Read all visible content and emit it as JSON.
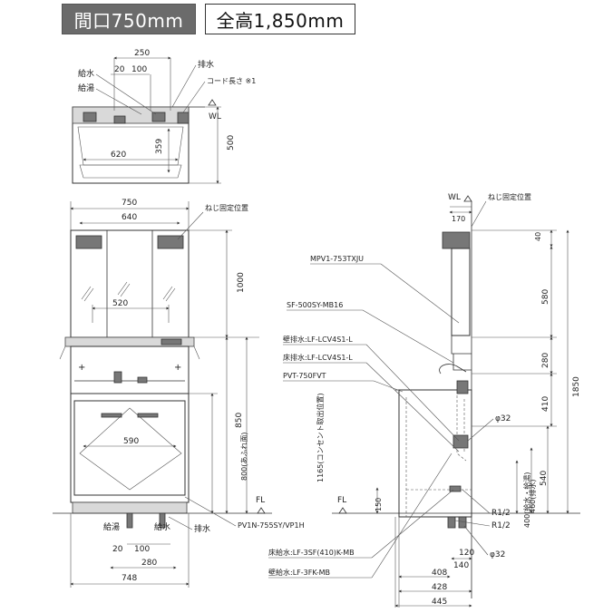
{
  "header": {
    "width_label": "間口750mm",
    "height_label": "全高1,850mm"
  },
  "top_view": {
    "water_supply": "給水",
    "hot_water": "給湯",
    "drain": "排水",
    "cord_length": "コード長さ ※1",
    "wl": "WL",
    "dim_250": "250",
    "dim_20": "20",
    "dim_100": "100",
    "dim_359": "359",
    "dim_620": "620",
    "dim_500": "500"
  },
  "front_view": {
    "dim_750": "750",
    "dim_640": "640",
    "dim_520": "520",
    "dim_590": "590",
    "dim_1000": "1000",
    "dim_850": "850",
    "overflow_height": "800(あふれ面)",
    "outlet_height": "1165(コンセント取出位置)",
    "screw_position": "ねじ固定位置",
    "fl": "FL",
    "bottom_hot": "給湯",
    "bottom_supply": "給水",
    "bottom_drain": "排水",
    "dim_20b": "20",
    "dim_100b": "100",
    "dim_280": "280",
    "dim_748": "748"
  },
  "side_view": {
    "wl": "WL",
    "screw_position": "ねじ固定位置",
    "dim_170": "170",
    "dim_40": "40",
    "dim_580": "580",
    "dim_280": "280",
    "dim_410": "410",
    "dim_1850": "1850",
    "dim_540": "540",
    "drain_460": "460(排水)",
    "supply_400": "400(給水・給湯)",
    "dim_150": "150",
    "fl": "FL",
    "phi32_top": "φ32",
    "r12_a": "R1/2",
    "r12_b": "R1/2",
    "phi32_bottom": "φ32",
    "dim_120": "120",
    "dim_140": "140",
    "dim_408": "408",
    "dim_428": "428",
    "dim_445": "445"
  },
  "parts": {
    "mirror": "MPV1-753TXJU",
    "shelf": "SF-500SY-MB16",
    "wall_drain": "壁排水:LF-LCV4S1-L",
    "floor_drain": "床排水:LF-LCV4S1-L",
    "vanity_top": "PVT-750FVT",
    "cabinet": "PV1N-755SY/VP1H",
    "floor_supply": "床給水:LF-3SF(410)K-MB",
    "wall_supply": "壁給水:LF-3FK-MB"
  }
}
